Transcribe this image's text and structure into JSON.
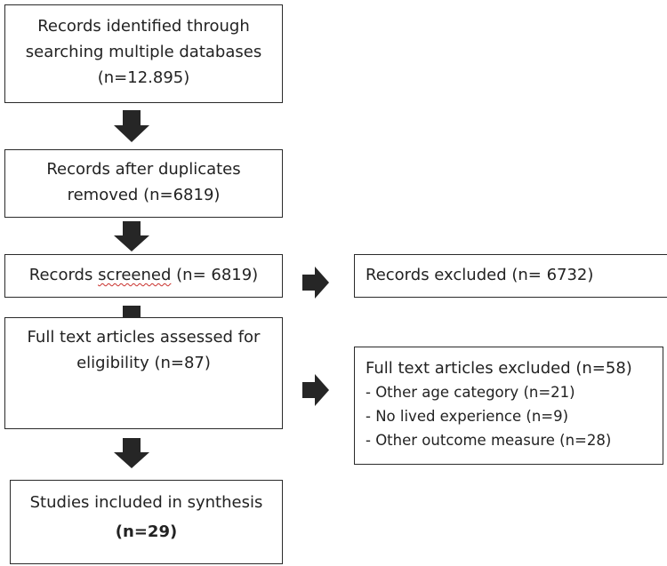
{
  "boxes": {
    "identified": {
      "line1": "Records identified through",
      "line2": "searching multiple databases",
      "line3": "(n=12.895)"
    },
    "duplicates": {
      "line1": "Records after duplicates",
      "line2": "removed (n=6819)"
    },
    "screened": {
      "prefix": "Records ",
      "word": "screened",
      "suffix": " (n= 6819)"
    },
    "excluded_screen": {
      "text": "Records excluded (n= 6732)"
    },
    "fulltext": {
      "line1": "Full text articles assessed for",
      "line2": "eligibility (n=87)"
    },
    "fulltext_excluded": {
      "line1": "Full text articles excluded (n=58)",
      "items": [
        "- Other age category (n=21)",
        "- No lived experience (n=9)",
        "- Other outcome measure (n=28)"
      ]
    },
    "included": {
      "line1": "Studies included in synthesis",
      "line2": "(n=29)"
    }
  },
  "colors": {
    "border": "#2a2a2a",
    "arrow": "#262626",
    "spellcheck": "#c9302c"
  }
}
